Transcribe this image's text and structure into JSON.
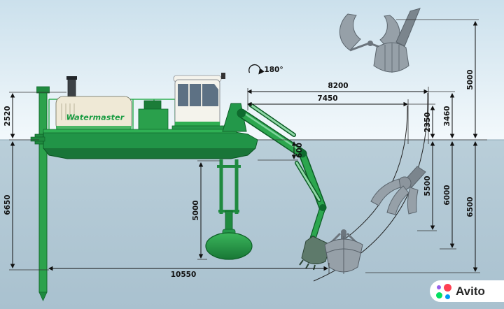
{
  "meta": {
    "watermark": "Avito"
  },
  "illustration": {
    "brand_label": "Watermaster",
    "rotation_label": "180°"
  },
  "dimensions": {
    "left": {
      "above_water": "2520",
      "below_water": "6650"
    },
    "top": {
      "outer": "8200",
      "inner": "7450"
    },
    "hull_draft": "600",
    "pump_depth": "5000",
    "right_above": [
      "2350",
      "3460",
      "5000"
    ],
    "right_below": [
      "5500",
      "6000",
      "6500"
    ],
    "bottom_reach": "10550"
  },
  "colors": {
    "sky_top": "#cbe0ec",
    "sky_bottom": "#f3f9fc",
    "water": "#b5cad6",
    "machine_green": "#2ca64e",
    "machine_dark_green": "#0c5c26",
    "hull_green": "#219447",
    "housing_cream": "#efe9d6",
    "tool_gray": "#96a0a8",
    "line": "#111111"
  }
}
